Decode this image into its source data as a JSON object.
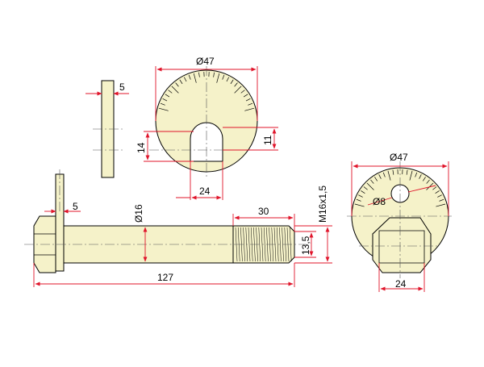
{
  "colors": {
    "part_fill": "#f5f2c9",
    "outline": "#000000",
    "dimension_line": "#e0142a",
    "center_line": "#555555"
  },
  "dimensions": {
    "washer_thickness": "5",
    "cam_diameter": "Ø47",
    "cam_flat_height": "14",
    "cam_slot_height": "11",
    "cam_slot_width": "24",
    "bolt_head_thickness": "5",
    "bolt_shank_diameter": "Ø16",
    "thread_length": "30",
    "thread_spec": "M16x1,5",
    "thread_minor": "13,5",
    "bolt_length": "127",
    "nut_cam_diameter": "Ø47",
    "nut_cam_hole": "Ø8",
    "nut_width": "24"
  }
}
